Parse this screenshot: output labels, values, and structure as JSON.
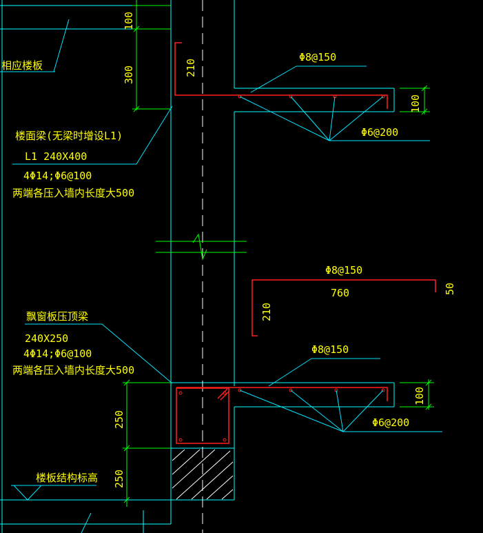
{
  "colors": {
    "background": "#000000",
    "structure": "#00ffff",
    "rebar": "#ff2020",
    "dimension": "#00ff00",
    "leader": "#00e5ff",
    "text": "#ffff00",
    "hatch": "#ffffff"
  },
  "labels": {
    "corresponding_slab": "相应楼板",
    "floor_beam_title": "楼面梁(无梁时增设L1)",
    "floor_beam_size": "L1 240X400",
    "floor_beam_rebar": "4Φ14;Φ6@100",
    "floor_beam_note": "两端各压入墙内长度大500",
    "top_rebar_upper": "Φ8@150",
    "bottom_rebar_upper": "Φ6@200",
    "detail_rebar": "Φ8@150",
    "detail_length": "760",
    "detail_hook_left": "210",
    "detail_hook_right": "50",
    "bay_beam_title": "飘窗板压顶梁",
    "bay_beam_size": "240X250",
    "bay_beam_rebar": "4Φ14;Φ6@100",
    "bay_beam_note": "两端各压入墙内长度大500",
    "top_rebar_lower": "Φ8@150",
    "bottom_rebar_lower": "Φ6@200",
    "slab_elevation": "楼板结构标高"
  },
  "dimensions": {
    "d100_top": "100",
    "d300": "300",
    "d210_upper": "210",
    "d100_upper_slab": "100",
    "d100_lower_slab": "100",
    "d250_upper": "250",
    "d250_lower": "250"
  }
}
